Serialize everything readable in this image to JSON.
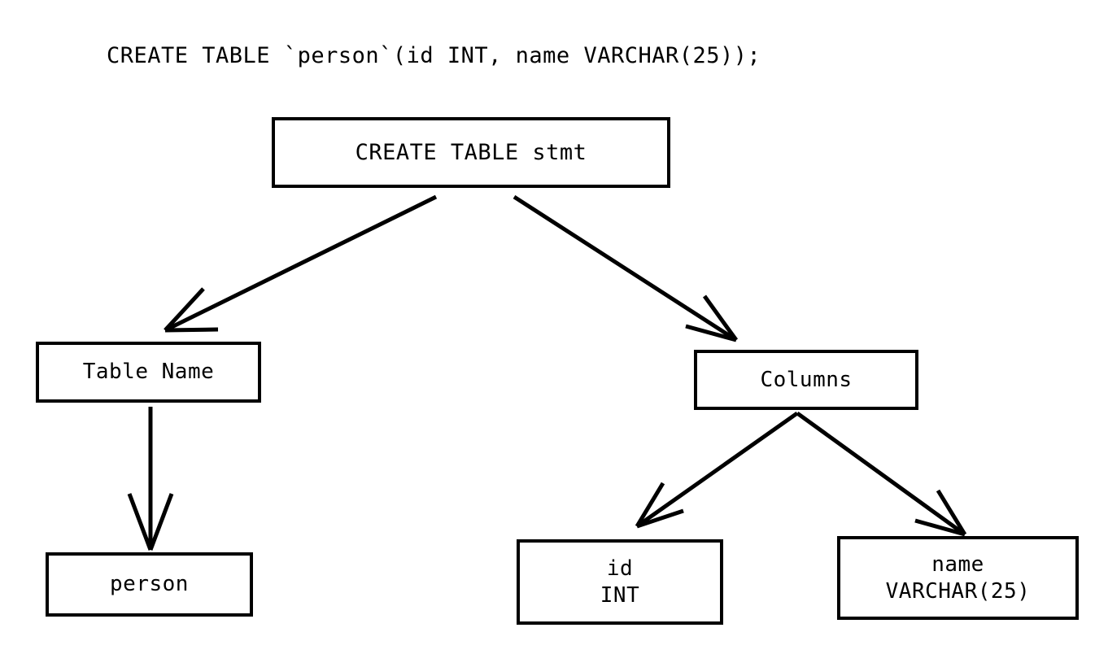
{
  "diagram": {
    "title_sql": "CREATE TABLE `person`(id INT, name VARCHAR(25));",
    "background_color": "#ffffff",
    "stroke_color": "#000000",
    "nodes": [
      {
        "id": "root",
        "label": "CREATE TABLE stmt",
        "line2": ""
      },
      {
        "id": "table_name",
        "label": "Table Name",
        "line2": ""
      },
      {
        "id": "columns",
        "label": "Columns",
        "line2": ""
      },
      {
        "id": "person",
        "label": "person",
        "line2": ""
      },
      {
        "id": "id_col",
        "label": "id",
        "line2": "INT"
      },
      {
        "id": "name_col",
        "label": "name",
        "line2": "VARCHAR(25)"
      }
    ],
    "edges": [
      {
        "from": "root",
        "to": "table_name",
        "style": "arrow"
      },
      {
        "from": "root",
        "to": "columns",
        "style": "arrow"
      },
      {
        "from": "table_name",
        "to": "person",
        "style": "arrow"
      },
      {
        "from": "columns",
        "to": "id_col",
        "style": "arrow"
      },
      {
        "from": "columns",
        "to": "name_col",
        "style": "arrow"
      }
    ]
  }
}
